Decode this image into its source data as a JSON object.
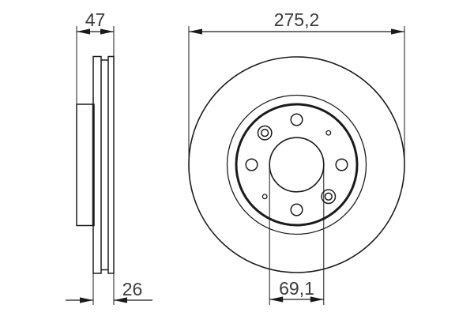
{
  "drawing": {
    "dimensions": {
      "overall_width": "47",
      "disc_thickness": "26",
      "outer_diameter": "275,2",
      "center_bore_diameter": "69,1"
    },
    "colors": {
      "line": "#1b1b1b",
      "text": "#3a3a3a",
      "background": "#ffffff"
    }
  }
}
